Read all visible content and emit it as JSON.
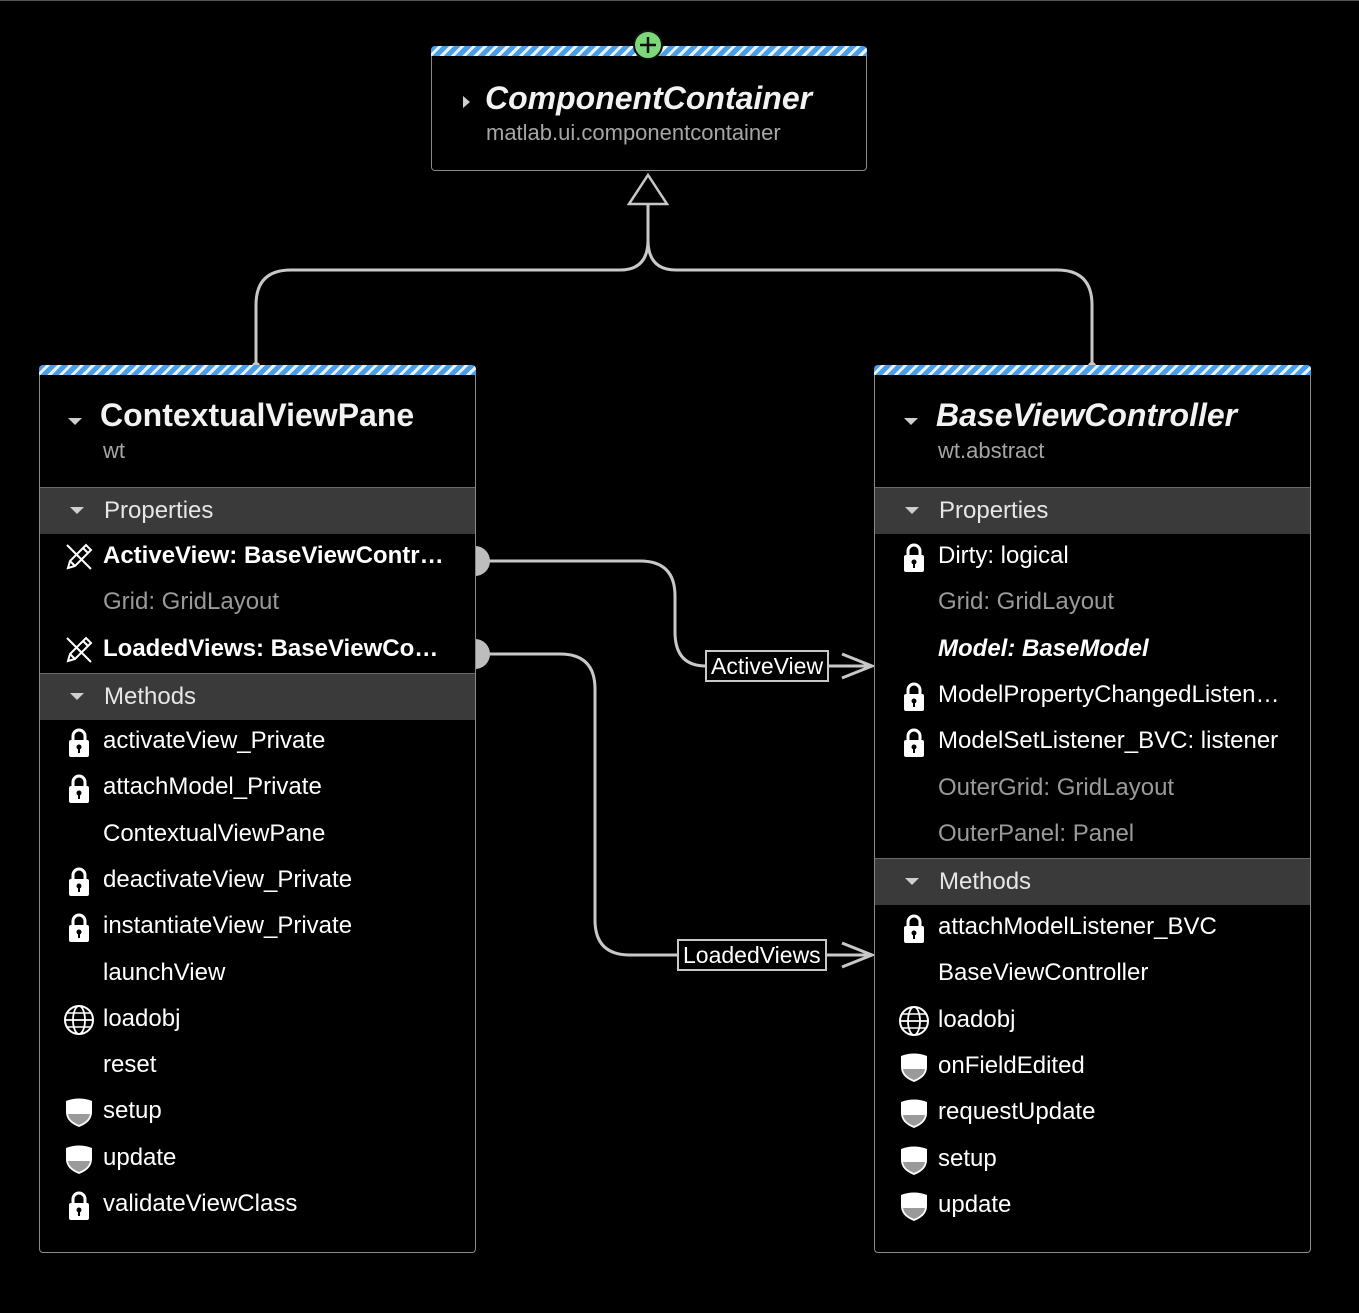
{
  "parent_class": {
    "name": "ComponentContainer",
    "package": "matlab.ui.componentcontainer",
    "abstract": true
  },
  "left_class": {
    "name": "ContextualViewPane",
    "package": "wt",
    "abstract": false,
    "properties_label": "Properties",
    "properties": [
      {
        "text": "ActiveView: BaseViewContr…",
        "icon": "pencil-icon",
        "style": "bold"
      },
      {
        "text": "Grid: GridLayout",
        "icon": "",
        "style": "dim"
      },
      {
        "text": "LoadedViews: BaseViewCo…",
        "icon": "pencil-icon",
        "style": "bold"
      }
    ],
    "methods_label": "Methods",
    "methods": [
      {
        "text": "activateView_Private",
        "icon": "lock-icon"
      },
      {
        "text": "attachModel_Private",
        "icon": "lock-icon"
      },
      {
        "text": "ContextualViewPane",
        "icon": ""
      },
      {
        "text": "deactivateView_Private",
        "icon": "lock-icon"
      },
      {
        "text": "instantiateView_Private",
        "icon": "lock-icon"
      },
      {
        "text": "launchView",
        "icon": ""
      },
      {
        "text": "loadobj",
        "icon": "globe-icon"
      },
      {
        "text": "reset",
        "icon": ""
      },
      {
        "text": "setup",
        "icon": "shield-icon"
      },
      {
        "text": "update",
        "icon": "shield-icon"
      },
      {
        "text": "validateViewClass",
        "icon": "lock-icon"
      }
    ]
  },
  "right_class": {
    "name": "BaseViewController",
    "package": "wt.abstract",
    "abstract": true,
    "properties_label": "Properties",
    "properties": [
      {
        "text": "Dirty: logical",
        "icon": "lock-icon",
        "style": "normal"
      },
      {
        "text": "Grid: GridLayout",
        "icon": "",
        "style": "dim"
      },
      {
        "text": "Model: BaseModel",
        "icon": "",
        "style": "bi"
      },
      {
        "text": "ModelPropertyChangedListen…",
        "icon": "lock-icon",
        "style": "normal"
      },
      {
        "text": "ModelSetListener_BVC: listener",
        "icon": "lock-icon",
        "style": "normal"
      },
      {
        "text": "OuterGrid: GridLayout",
        "icon": "",
        "style": "dim"
      },
      {
        "text": "OuterPanel: Panel",
        "icon": "",
        "style": "dim"
      }
    ],
    "methods_label": "Methods",
    "methods": [
      {
        "text": "attachModelListener_BVC",
        "icon": "lock-icon"
      },
      {
        "text": "BaseViewController",
        "icon": ""
      },
      {
        "text": "loadobj",
        "icon": "globe-icon"
      },
      {
        "text": "onFieldEdited",
        "icon": "shield-icon"
      },
      {
        "text": "requestUpdate",
        "icon": "shield-icon"
      },
      {
        "text": "setup",
        "icon": "shield-icon"
      },
      {
        "text": "update",
        "icon": "shield-icon"
      }
    ]
  },
  "associations": {
    "active_view": "ActiveView",
    "loaded_views": "LoadedViews"
  },
  "colors": {
    "stripe_blue": "#4a9ee8",
    "section_bg": "#3a3a3a",
    "expand_button": "#7dd87a"
  }
}
